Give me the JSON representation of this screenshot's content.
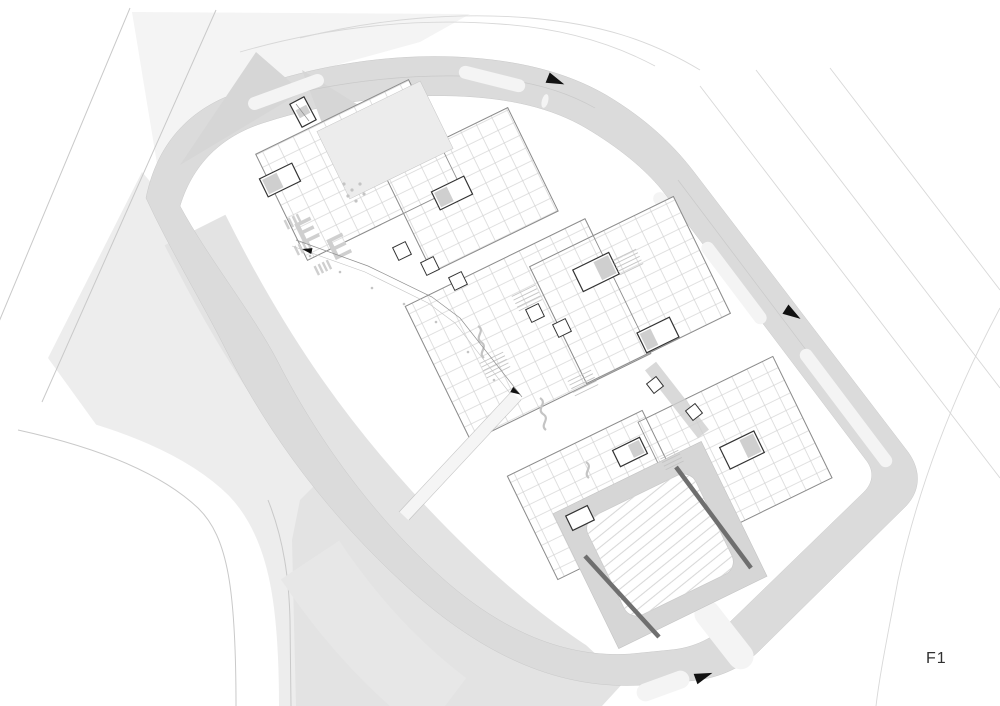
{
  "title": {
    "floor_label": "F1"
  },
  "icons": {
    "traffic_arrows": "black triangular direction arrows on roads",
    "entry_arrows": "small black entry arrows at building access points"
  },
  "colors": {
    "background": "#ffffff",
    "white": "#ffffff",
    "parcel_light": "#ededed",
    "parcel_mid": "#e3e3e3",
    "corner_mid": "#e7e7e7",
    "topleft_light": "#f4f4f4",
    "road_band": "#dbdbdb",
    "road_median": "#f4f4f4",
    "road_line": "#c9c9c9",
    "junction_patch": "#d6d6d6",
    "context_line": "#c9c9c9",
    "thin_line": "#d8d8d8",
    "building_fill": "#ffffff",
    "wall": "#8f8f8f",
    "wall_light": "#c4c4c4",
    "core": "#333333",
    "accent": "#cfcfcf",
    "atrium": "#ececec",
    "court_band": "#d6d6d6",
    "court_stripe": "#d8d8d8",
    "ramp_dark": "#6f6f6f",
    "arrow": "#111111",
    "label": "#303030"
  }
}
